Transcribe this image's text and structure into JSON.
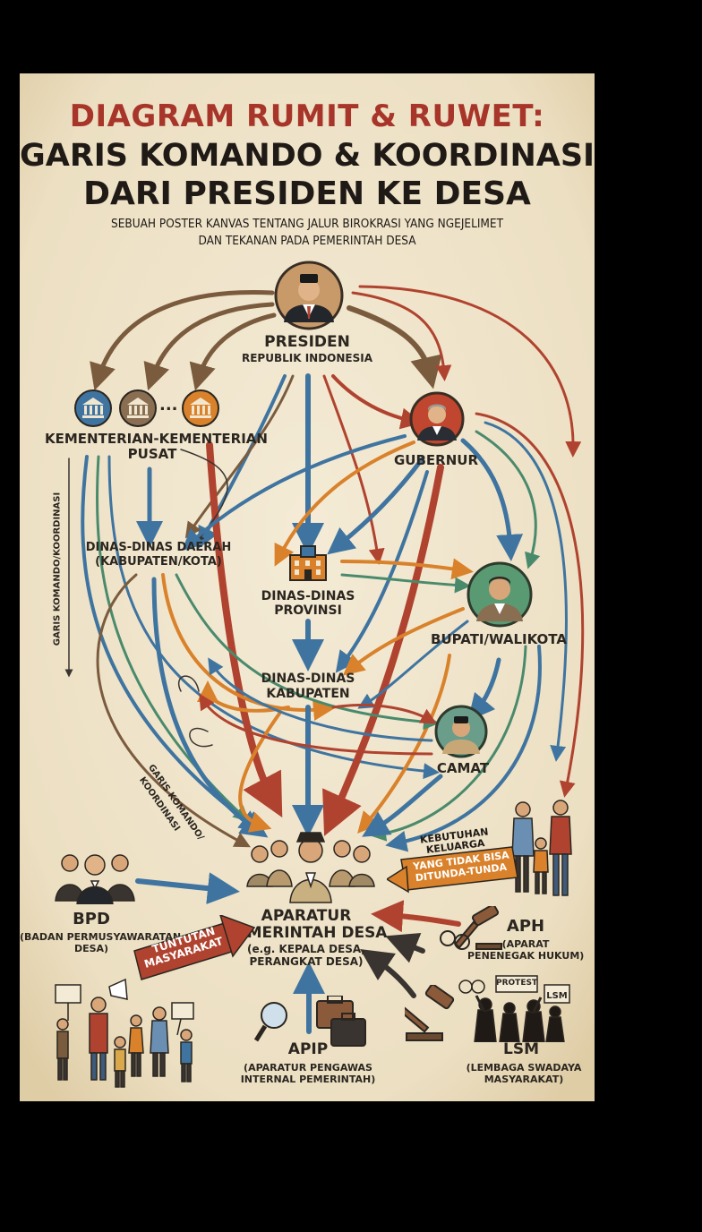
{
  "title": {
    "line1": "DIAGRAM RUMIT & RUWET:",
    "line2": "GARIS KOMANDO & KOORDINASI",
    "line3": "DARI PRESIDEN KE DESA"
  },
  "subtitle": {
    "line1": "SEBUAH POSTER KANVAS TENTANG JALUR BIROKRASI YANG NGEJELIMET",
    "line2": "DAN TEKANAN PADA PEMERINTAH DESA"
  },
  "nodes": {
    "presiden": {
      "title": "PRESIDEN",
      "subtitle": "REPUBLIK INDONESIA"
    },
    "kementerian": {
      "line1": "KEMENTERIAN-KEMENTERIAN",
      "line2": "PUSAT",
      "ellipsis": "..."
    },
    "gubernur": {
      "title": "GUBERNUR"
    },
    "dinas_daerah": {
      "line1": "DINAS-DINAS DAERAH",
      "line2": "(KABUPATEN/KOTA)"
    },
    "dinas_provinsi": {
      "line1": "DINAS-DINAS",
      "line2": "PROVINSI"
    },
    "bupati": {
      "title": "BUPATI/WALIKOTA"
    },
    "dinas_kabupaten": {
      "line1": "DINAS-DINAS",
      "line2": "KABUPATEN"
    },
    "camat": {
      "title": "CAMAT"
    },
    "bpd": {
      "title": "BPD",
      "line1": "(BADAN PERMUSYAWARATAN",
      "line2": "DESA)"
    },
    "aparatur": {
      "line1": "APARATUR",
      "line2": "PEMERINTAH DESA",
      "line3": "(e.g. KEPALA DESA,",
      "line4": "PERANGKAT DESA)"
    },
    "aph": {
      "title": "APH",
      "line1": "(APARAT",
      "line2": "PENENEGAK HUKUM)"
    },
    "apip": {
      "title": "APIP",
      "line1": "(APARATUR PENGAWAS",
      "line2": "INTERNAL PEMERINTAH)"
    },
    "lsm": {
      "title": "LSM",
      "line1": "(LEMBAGA SWADAYA",
      "line2": "MASYARAKAT)",
      "sign_protest": "PROTEST",
      "sign_lsm": "LSM"
    }
  },
  "side_labels": {
    "left": "GARIS KOMANDO/KOORDINASI",
    "middle_line1": "GARIS KOMANDO/",
    "middle_line2": "KOORDINASI"
  },
  "banners": {
    "tuntutan": {
      "line1": "TUNTUTAN",
      "line2": "MASYARAKAT"
    },
    "kebutuhan": {
      "line1": "KEBUTUHAN KELUARGA",
      "line2": "YANG TIDAK BISA",
      "line3": "DITUNDA-TUNDA"
    }
  },
  "colors": {
    "background": "#f1e7d0",
    "title_red": "#a8352a",
    "arrow_blue": "#3f74a0",
    "arrow_red": "#b0432f",
    "arrow_orange": "#d9822b",
    "arrow_brown": "#7a5b3e",
    "arrow_green": "#4a8a6c",
    "arrow_dark": "#3a3430"
  }
}
